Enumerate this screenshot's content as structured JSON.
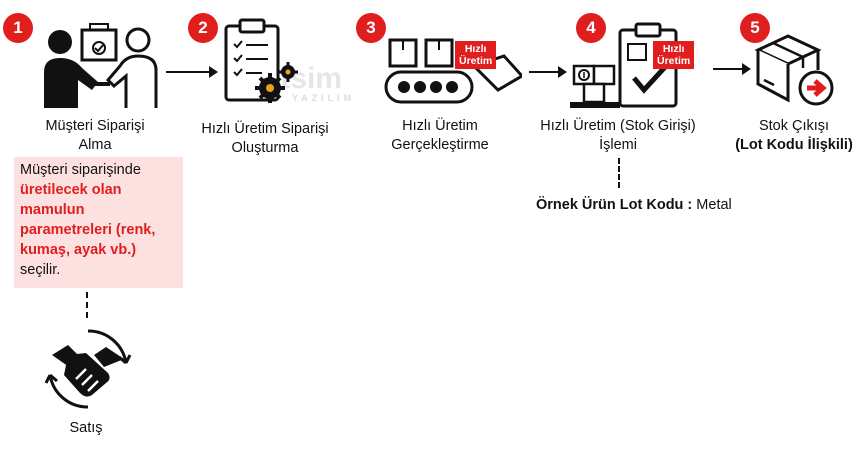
{
  "steps": [
    {
      "number": "1",
      "label_lines": [
        "Müşteri Siparişi",
        "Alma"
      ]
    },
    {
      "number": "2",
      "label_lines": [
        "Hızlı Üretim Siparişi",
        "Oluşturma"
      ]
    },
    {
      "number": "3",
      "label_lines": [
        "Hızlı Üretim",
        "Gerçekleştirme"
      ],
      "tag_lines": [
        "Hızlı",
        "Üretim"
      ]
    },
    {
      "number": "4",
      "label_lines": [
        "Hızlı Üretim (Stok Girişi)",
        "İşlemi"
      ],
      "tag_lines": [
        "Hızlı",
        "Üretim"
      ]
    },
    {
      "number": "5",
      "label_lines": [
        "Stok Çıkışı",
        "(Lot Kodu İlişkili)"
      ]
    }
  ],
  "note": {
    "prefix": "Müşteri siparişinde",
    "highlight_lines": [
      "üretilecek olan",
      "mamulun",
      "parametreleri (renk,",
      "kumaş, ayak vb.)"
    ],
    "suffix": "seçilir."
  },
  "lot_code": {
    "label": "Örnek Ürün Lot Kodu :",
    "value": "Metal"
  },
  "sales": {
    "label": "Satış"
  },
  "watermark": {
    "main": "otsim",
    "sub": "YAZILIM"
  },
  "colors": {
    "accent": "#e01e1e",
    "note_bg": "#fde1e1",
    "line": "#111111"
  }
}
